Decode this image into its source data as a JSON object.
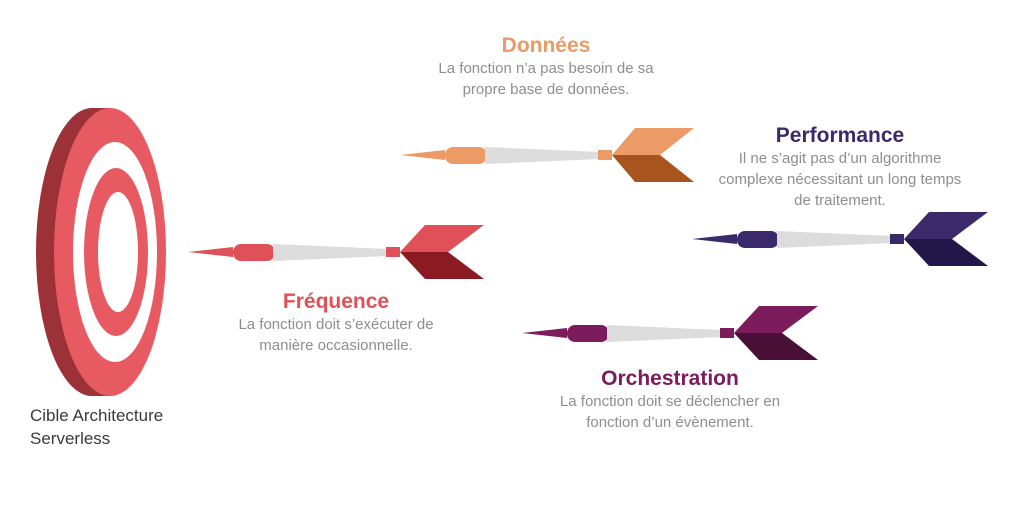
{
  "target": {
    "caption_line1": "Cible Architecture",
    "caption_line2": "Serverless"
  },
  "criteria": {
    "donnees": {
      "title": "Données",
      "desc_line1": "La fonction n’a pas besoin de sa",
      "desc_line2": "propre base de données.",
      "color": "#ec9a66"
    },
    "performance": {
      "title": "Performance",
      "desc_line1": "Il ne s’agit pas d’un algorithme",
      "desc_line2": "complexe nécessitant un long temps",
      "desc_line3": "de traitement.",
      "color": "#3b2a6b"
    },
    "frequence": {
      "title": "Fréquence",
      "desc_line1": "La fonction doit s’exécuter de",
      "desc_line2": "manière occasionnelle.",
      "color": "#e05058"
    },
    "orchestration": {
      "title": "Orchestration",
      "desc_line1": "La fonction doit se déclencher en",
      "desc_line2": "fonction d’un évènement.",
      "color": "#7d1c5c"
    }
  }
}
